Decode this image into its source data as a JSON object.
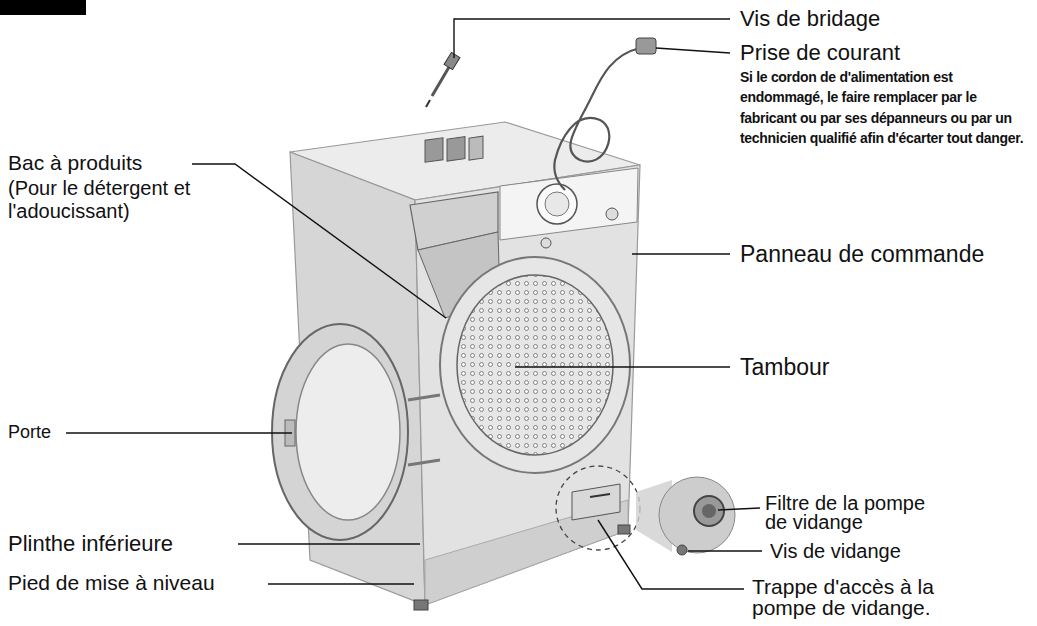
{
  "diagram": {
    "labels": [
      "Vis de bridage",
      "Prise de courant",
      "Si le cordon de d'alimentation est endommagé, le faire remplacer par le fabricant ou par ses dépanneurs ou par un technicien qualifié afin d'écarter tout danger.",
      "Bac à produits",
      "(Pour le détergent et l'adoucissant)",
      "Panneau de commande",
      "Tambour",
      "Porte",
      "Filtre de la pompe de vidange",
      "Vis de vidange",
      "Plinthe inférieure",
      "Pied de mise à niveau",
      "Trappe d'accès à la pompe de vidange."
    ]
  }
}
